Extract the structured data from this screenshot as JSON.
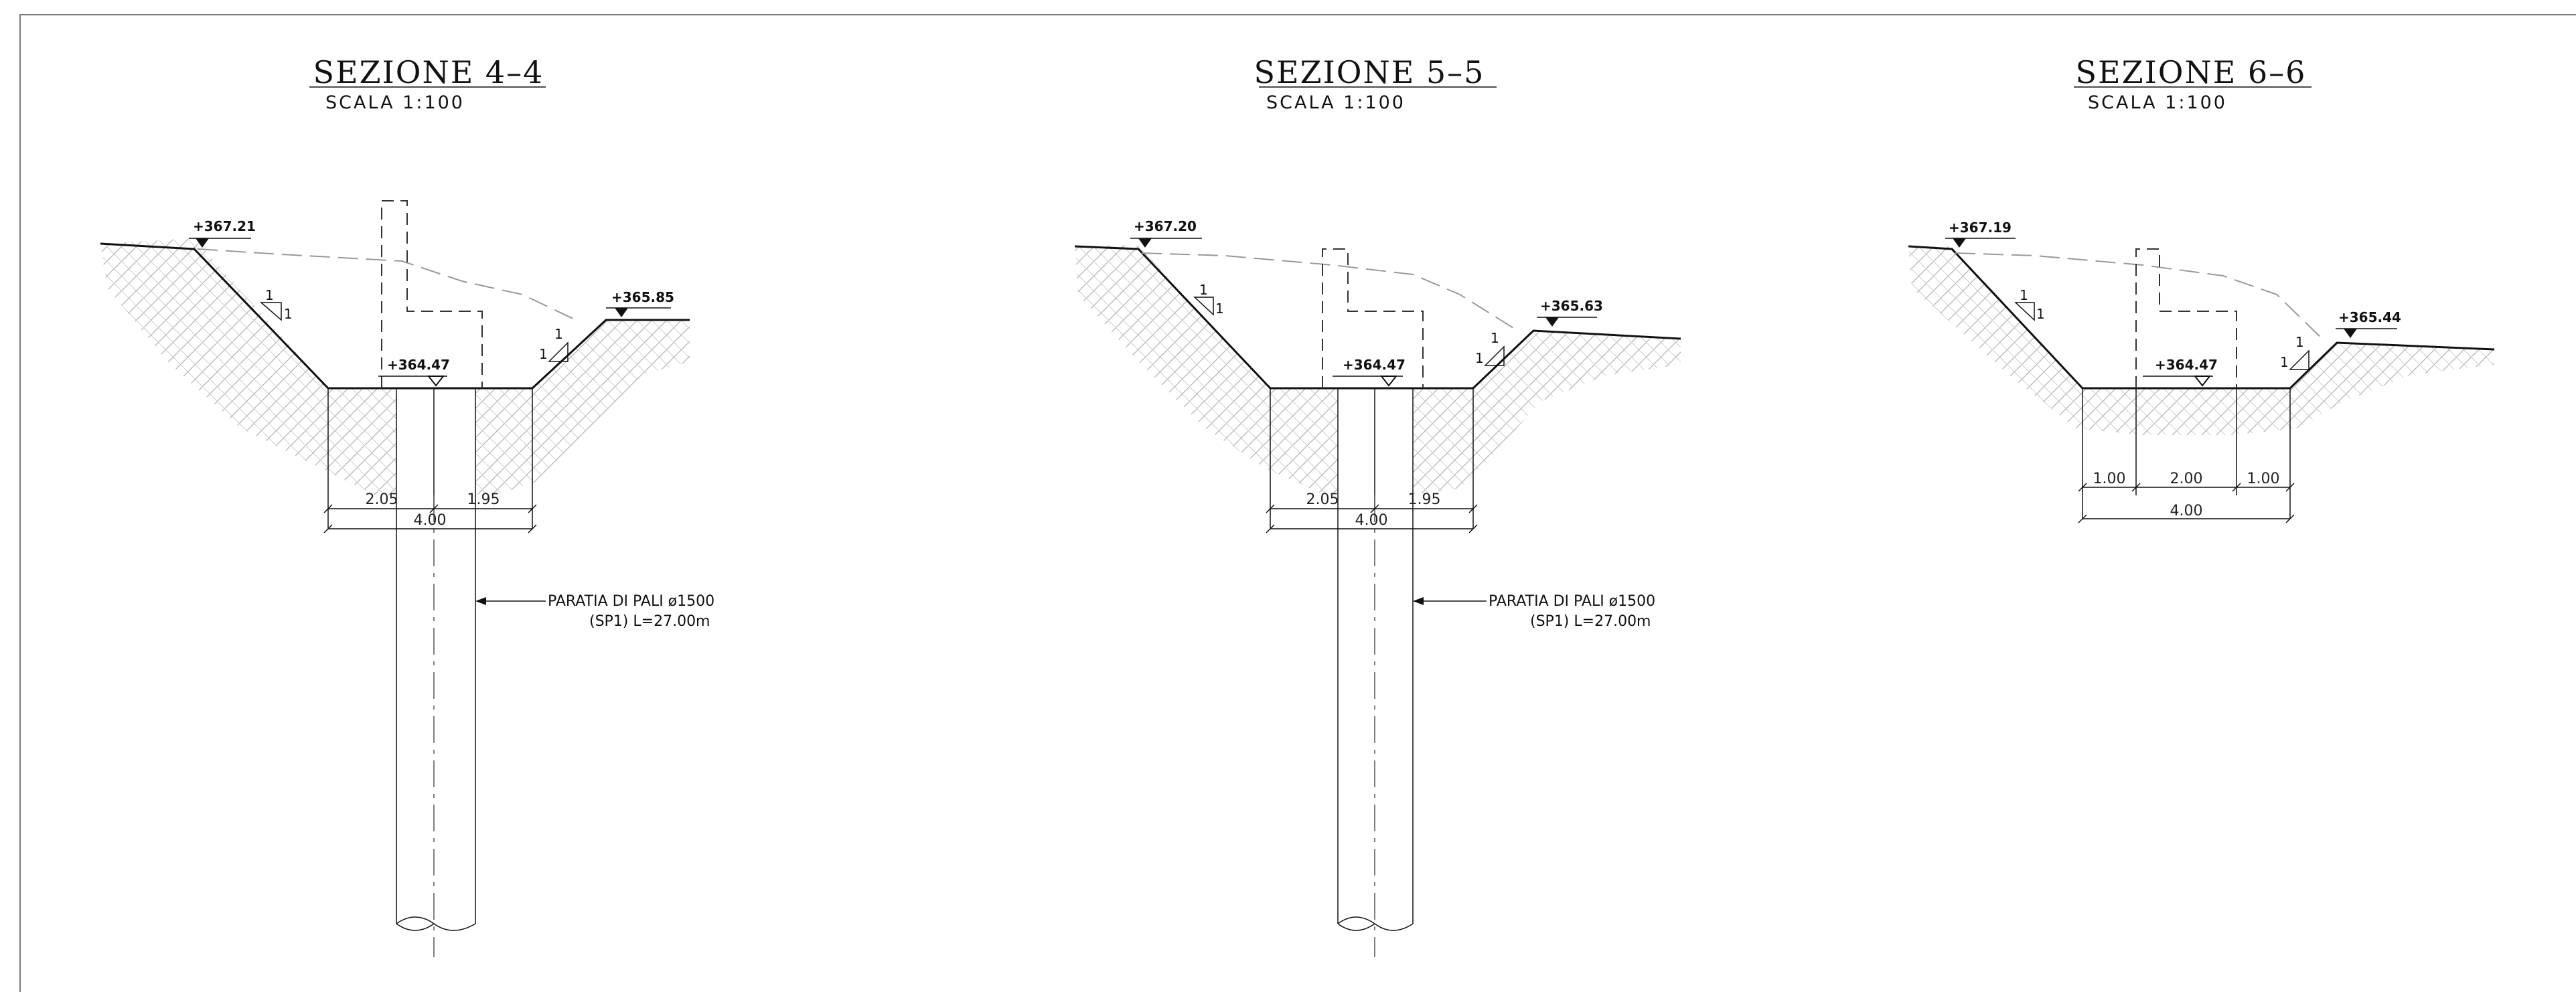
{
  "sections": [
    {
      "title": "SEZIONE 4–4",
      "scale": "SCALA 1:100",
      "elev_left": "+367.21",
      "elev_right": "+365.85",
      "elev_bottom": "+364.47",
      "slope_rise": "1",
      "slope_run": "1",
      "dims": [
        "2.05",
        "1.95"
      ],
      "total_width": "4.00",
      "pile_note_line1": "PARATIA DI PALI ø1500",
      "pile_note_line2": "(SP1) L=27.00m"
    },
    {
      "title": "SEZIONE 5–5",
      "scale": "SCALA 1:100",
      "elev_left": "+367.20",
      "elev_right": "+365.63",
      "elev_bottom": "+364.47",
      "slope_rise": "1",
      "slope_run": "1",
      "dims": [
        "2.05",
        "1.95"
      ],
      "total_width": "4.00",
      "pile_note_line1": "PARATIA DI PALI ø1500",
      "pile_note_line2": "(SP1) L=27.00m"
    },
    {
      "title": "SEZIONE 6–6",
      "scale": "SCALA 1:100",
      "elev_left": "+367.19",
      "elev_right": "+365.44",
      "elev_bottom": "+364.47",
      "slope_rise": "1",
      "slope_run": "1",
      "dims": [
        "1.00",
        "2.00",
        "1.00"
      ],
      "total_width": "4.00"
    }
  ]
}
